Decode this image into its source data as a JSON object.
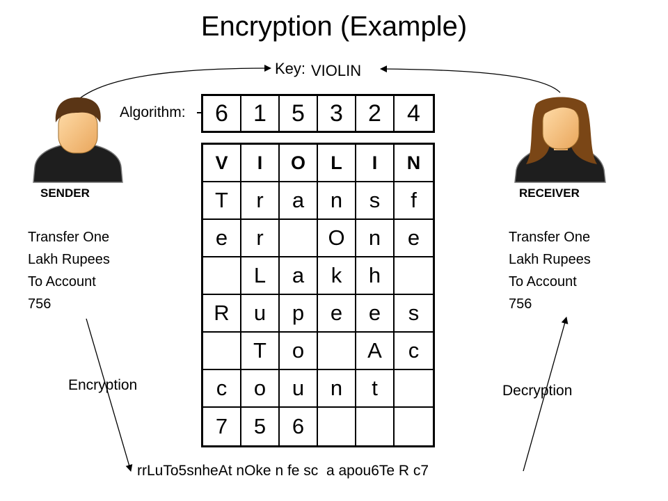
{
  "title": "Encryption (Example)",
  "key": {
    "label": "Key:",
    "value": "VIOLIN"
  },
  "algorithm": {
    "label": "Algorithm:",
    "order": [
      "6",
      "1",
      "5",
      "3",
      "2",
      "4"
    ]
  },
  "table": {
    "header": [
      "V",
      "I",
      "O",
      "L",
      "I",
      "N"
    ],
    "rows": [
      [
        "T",
        "r",
        "a",
        "n",
        "s",
        "f"
      ],
      [
        "e",
        "r",
        "",
        "O",
        "n",
        "e"
      ],
      [
        "",
        "L",
        "a",
        "k",
        "h",
        ""
      ],
      [
        "R",
        "u",
        "p",
        "e",
        "e",
        "s"
      ],
      [
        "",
        "T",
        "o",
        "",
        "A",
        "c"
      ],
      [
        "c",
        "o",
        "u",
        "n",
        "t",
        ""
      ],
      [
        "7",
        "5",
        "6",
        "",
        "",
        ""
      ]
    ]
  },
  "sender": {
    "label": "SENDER",
    "message_lines": [
      "Transfer One",
      "Lakh Rupees",
      "To Account",
      "756"
    ]
  },
  "receiver": {
    "label": "RECEIVER",
    "message_lines": [
      "Transfer One",
      "Lakh Rupees",
      "To Account",
      "756"
    ]
  },
  "encryption_label": "Encryption",
  "decryption_label": "Decryption",
  "ciphertext": "rrLuTo5snheAt nOke n fe sc  a apou6Te R c7",
  "icons": {
    "sender": "male-user-icon",
    "receiver": "female-user-icon"
  }
}
